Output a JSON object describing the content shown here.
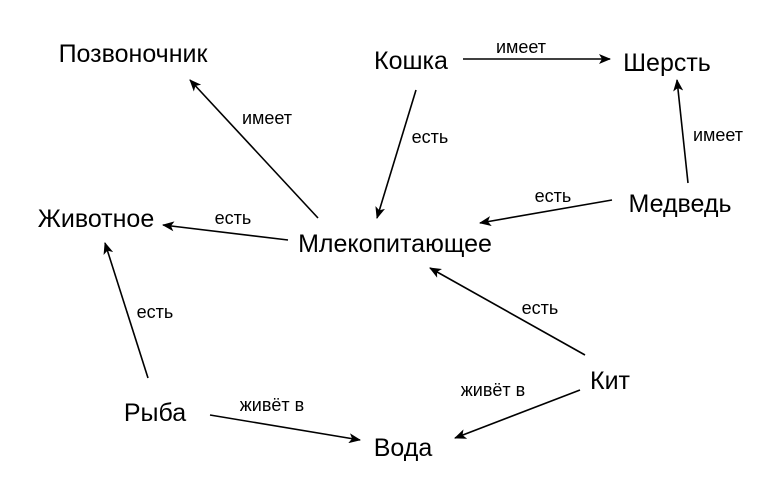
{
  "nodes": {
    "spine": "Позвоночник",
    "cat": "Кошка",
    "fur": "Шерсть",
    "animal": "Животное",
    "mammal": "Млекопитающее",
    "bear": "Медведь",
    "fish": "Рыба",
    "whale": "Кит",
    "water": "Вода"
  },
  "edges": [
    {
      "from": "mammal",
      "to": "spine",
      "label": "имеет"
    },
    {
      "from": "cat",
      "to": "fur",
      "label": "имеет"
    },
    {
      "from": "cat",
      "to": "mammal",
      "label": "есть"
    },
    {
      "from": "bear",
      "to": "fur",
      "label": "имеет"
    },
    {
      "from": "bear",
      "to": "mammal",
      "label": "есть"
    },
    {
      "from": "mammal",
      "to": "animal",
      "label": "есть"
    },
    {
      "from": "fish",
      "to": "animal",
      "label": "есть"
    },
    {
      "from": "whale",
      "to": "mammal",
      "label": "есть"
    },
    {
      "from": "fish",
      "to": "water",
      "label": "живёт в"
    },
    {
      "from": "whale",
      "to": "water",
      "label": "живёт в"
    }
  ]
}
